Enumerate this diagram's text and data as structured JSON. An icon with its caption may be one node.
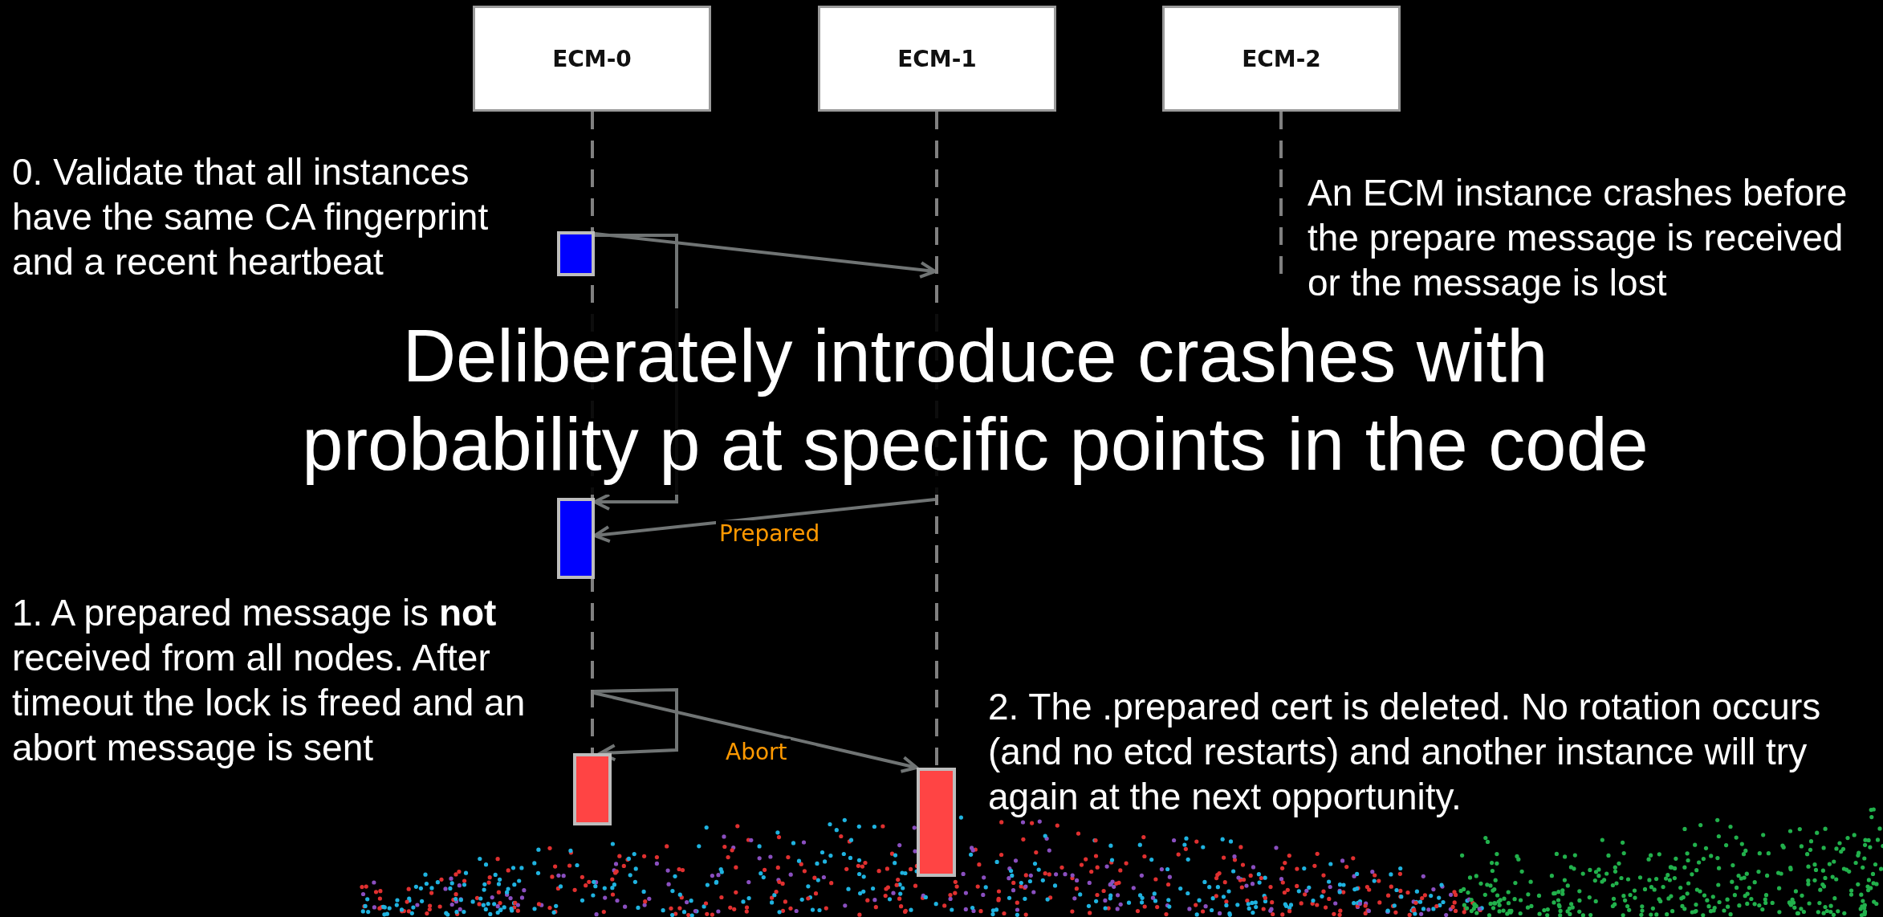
{
  "diagram": {
    "nodes": [
      {
        "text": [
          "ECM-0"
        ]
      },
      {
        "text": [
          "ECM-1"
        ]
      },
      {
        "text": [
          "ECM-2"
        ]
      },
      {
        "text": [],
        "shape": "bar"
      },
      {
        "text": [],
        "shape": "bar"
      },
      {
        "text": [],
        "shape": "bar"
      },
      {
        "text": [],
        "shape": "bar"
      },
      {
        "text": [],
        "shape": "line"
      },
      {
        "text": [],
        "shape": "line"
      },
      {
        "text": [],
        "shape": "line"
      }
    ],
    "edges": [
      {
        "from": 3,
        "to": 8,
        "arrow": "to"
      },
      {
        "from": 3,
        "to": 4,
        "arrow": "to"
      },
      {
        "from": 8,
        "to": 4,
        "arrow": "to",
        "label": "Prepared"
      },
      {
        "from": 7,
        "to": 5,
        "arrow": "to"
      },
      {
        "from": 7,
        "to": 6,
        "arrow": "to",
        "label": "Abort"
      }
    ],
    "labels": [
      "0. Validate that all instances have the same CA fingerprint and a recent heartbeat",
      "An ECM instance crashes before the prepare message is received or the message is lost",
      "Deliberately introduce crashes with probability p at specific points in the code",
      "1. A prepared message is **not** received from all nodes. After timeout the lock is freed and an abort message is sent",
      "2. The .prepared cert is deleted. No rotation occurs (and no etcd restarts) and another instance will try again at the next opportunity."
    ]
  }
}
